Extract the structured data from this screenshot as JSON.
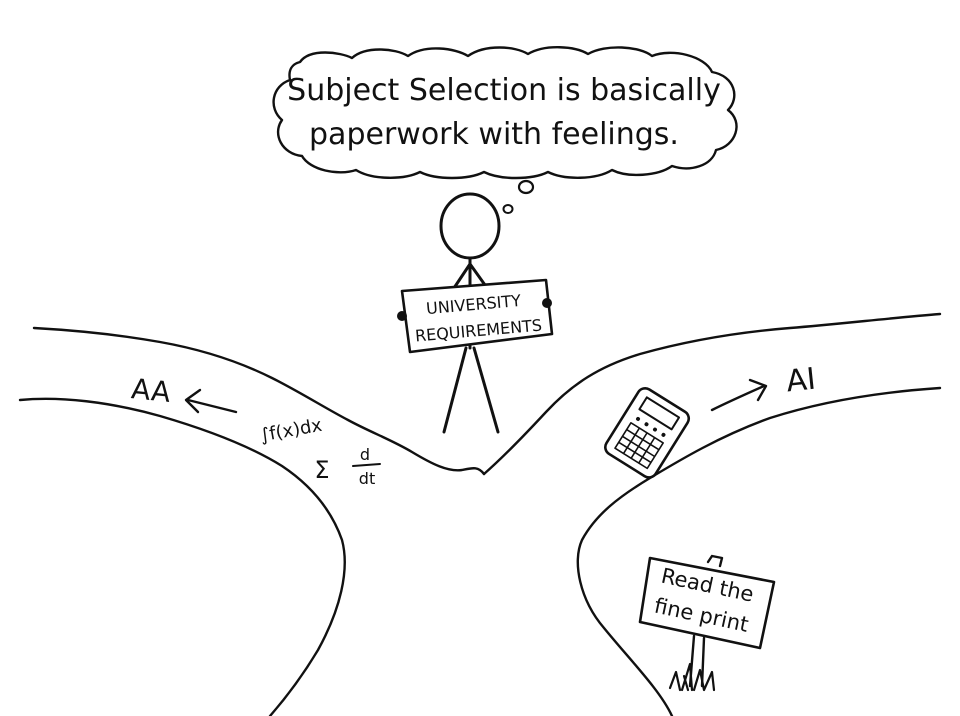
{
  "thought_bubble": {
    "line1": "Subject Selection is basically",
    "line2": "paperwork with feelings."
  },
  "sign_held": {
    "line1": "UNIVERSITY",
    "line2": "REQUIREMENTS"
  },
  "left_path": {
    "label": "AA",
    "math_integral": "∫f(x)dx",
    "math_sum": "Σ",
    "math_d": "d",
    "math_dt": "dt"
  },
  "right_path": {
    "label": "AI"
  },
  "post_sign": {
    "line1": "Read the",
    "line2": "fine print"
  },
  "icons": [
    "thought-bubble-icon",
    "stick-figure-icon",
    "calculator-icon",
    "arrow-left-icon",
    "arrow-right-icon",
    "grass-icon"
  ],
  "colors": {
    "ink": "#111111",
    "paper": "#ffffff"
  }
}
